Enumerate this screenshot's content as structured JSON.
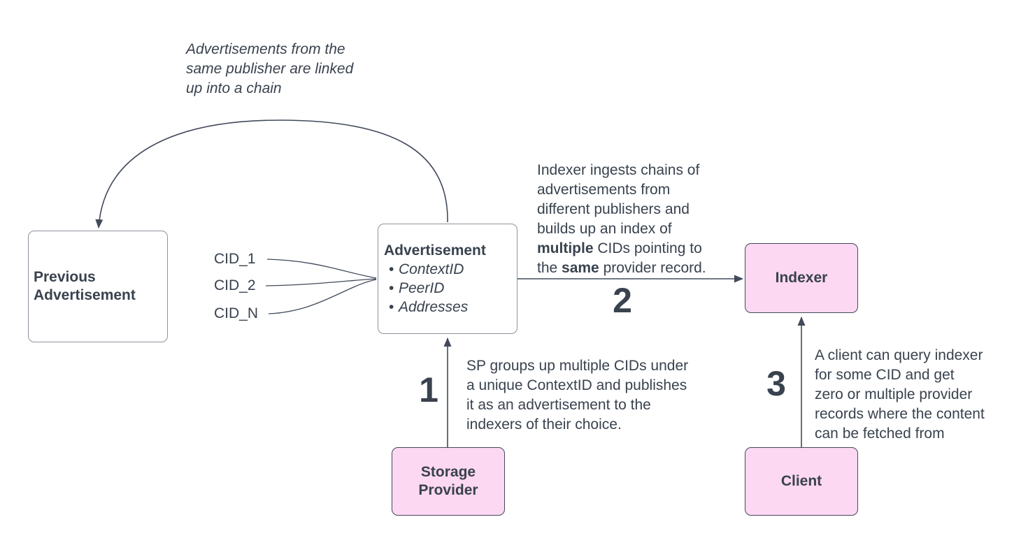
{
  "diagram": {
    "note_chain": {
      "lines": [
        "Advertisements from the",
        "same publisher are linked",
        "up into a chain"
      ]
    },
    "cids": [
      "CID_1",
      "CID_2",
      "CID_N"
    ],
    "boxes": {
      "previous_advertisement": {
        "line1": "Previous",
        "line2": "Advertisement"
      },
      "advertisement": {
        "title": "Advertisement",
        "bullets": [
          "ContextID",
          "PeerID",
          "Addresses"
        ]
      },
      "indexer": {
        "label": "Indexer"
      },
      "storage_provider": {
        "line1": "Storage",
        "line2": "Provider"
      },
      "client": {
        "label": "Client"
      }
    },
    "steps": {
      "step1": {
        "number": "1",
        "lines": [
          "SP groups up multiple CIDs under",
          "a unique ContextID and publishes",
          "it as an advertisement to the",
          "indexers of their choice."
        ]
      },
      "step2": {
        "number": "2",
        "part1": "Indexer ingests chains of advertisements from different publishers and builds up an index of ",
        "bold1": "multiple",
        "part2": " CIDs pointing to the ",
        "bold2": "same",
        "part3": " provider record."
      },
      "step3": {
        "number": "3",
        "lines": [
          "A client can query indexer",
          "for some CID and get",
          "zero or multiple provider",
          "records where the content",
          "can be fetched from"
        ]
      }
    },
    "colors": {
      "node_fill": "#fdd8f2",
      "node_border": "#424a5b",
      "line": "#424a5b",
      "text": "#39424e",
      "white_box_border": "#8d939c",
      "background": "#ffffff"
    }
  }
}
